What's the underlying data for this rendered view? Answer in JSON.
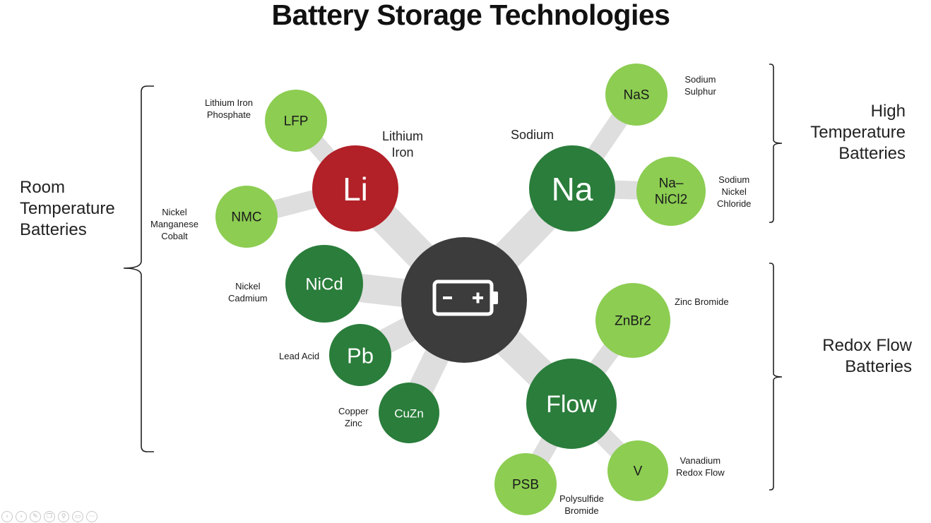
{
  "title": "Battery Storage Technologies",
  "center": {
    "icon": "battery-icon",
    "minus": "−",
    "plus": "+"
  },
  "primary": {
    "li": {
      "symbol": "Li",
      "label_line1": "Lithium",
      "label_line2": "Iron"
    },
    "na": {
      "symbol": "Na",
      "label": "Sodium"
    },
    "nicd": {
      "symbol": "NiCd",
      "desc_line1": "Nickel",
      "desc_line2": "Cadmium"
    },
    "pb": {
      "symbol": "Pb",
      "desc": "Lead Acid"
    },
    "cuzn": {
      "symbol": "CuZn",
      "desc_line1": "Copper",
      "desc_line2": "Zinc"
    },
    "flow": {
      "symbol": "Flow"
    }
  },
  "secondary": {
    "lfp": {
      "symbol": "LFP",
      "desc_line1": "Lithium Iron",
      "desc_line2": "Phosphate"
    },
    "nmc": {
      "symbol": "NMC",
      "desc_line1": "Nickel",
      "desc_line2": "Manganese",
      "desc_line3": "Cobalt"
    },
    "nas": {
      "symbol": "NaS",
      "desc_line1": "Sodium",
      "desc_line2": "Sulphur"
    },
    "nanicl2": {
      "symbol_line1": "Na–",
      "symbol_line2": "NiCl2",
      "desc_line1": "Sodium",
      "desc_line2": "Nickel",
      "desc_line3": "Chloride"
    },
    "znbr2": {
      "symbol": "ZnBr2",
      "desc": "Zinc Bromide"
    },
    "psb": {
      "symbol": "PSB",
      "desc_line1": "Polysulfide",
      "desc_line2": "Bromide"
    },
    "v": {
      "symbol": "V",
      "desc_line1": "Vanadium",
      "desc_line2": "Redox Flow"
    }
  },
  "groups": {
    "room": {
      "line1": "Room",
      "line2": "Temperature",
      "line3": "Batteries"
    },
    "high": {
      "line1": "High",
      "line2": "Temperature",
      "line3": "Batteries"
    },
    "redox": {
      "line1": "Redox Flow",
      "line2": "Batteries"
    }
  },
  "colors": {
    "dark_green": "#2a7d3b",
    "light_green": "#8ccd52",
    "lithium_red": "#b22028",
    "center_gray": "#3c3c3c",
    "connector_gray": "#dedede"
  },
  "toolbar_icons": [
    "previous-icon",
    "next-icon",
    "pen-icon",
    "copy-icon",
    "zoom-icon",
    "subtitles-icon",
    "more-icon"
  ]
}
